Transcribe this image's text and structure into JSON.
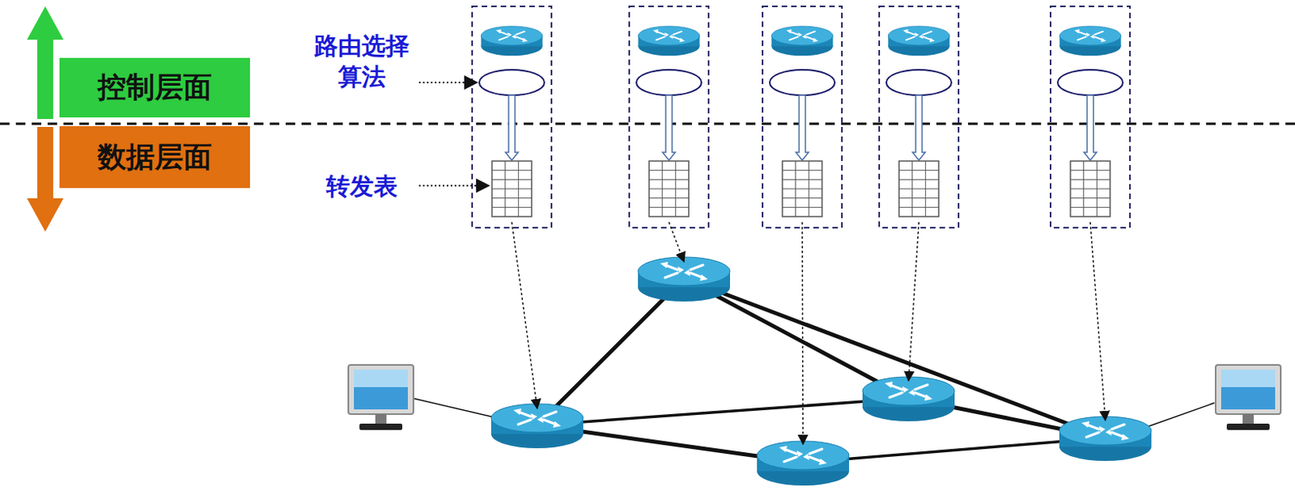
{
  "diagram": {
    "nodes": [
      {
        "text": [
          "控制层面"
        ]
      },
      {
        "text": [
          "数据层面"
        ]
      }
    ],
    "labels": [
      "路由选择 算法",
      "转发表"
    ]
  }
}
